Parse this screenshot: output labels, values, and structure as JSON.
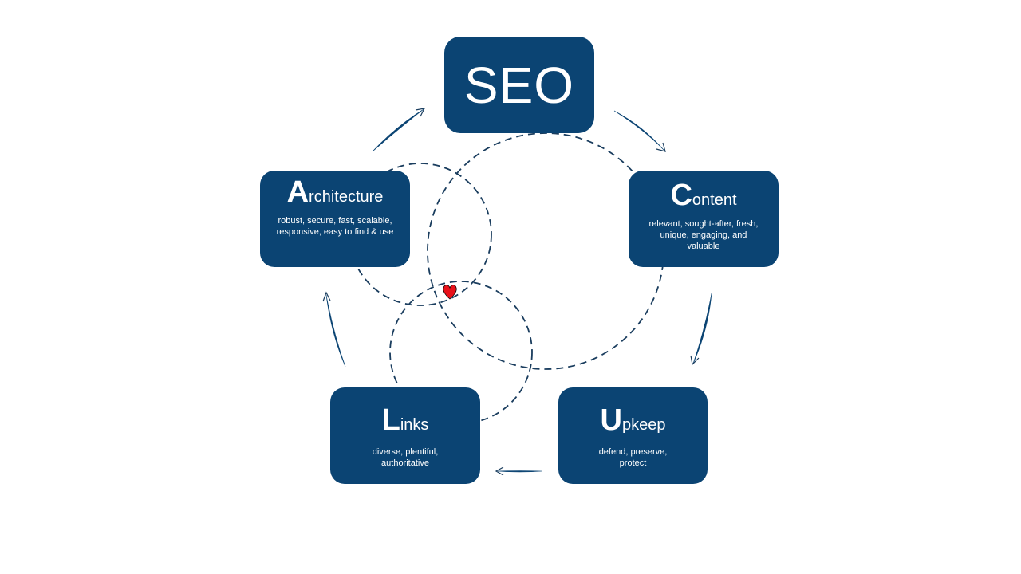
{
  "diagram": {
    "colors": {
      "box_fill": "#0b4473",
      "box_text": "#ffffff",
      "line": "#1a3d5e",
      "heart": "#e8111a"
    },
    "center": {
      "label": "SEO"
    },
    "nodes": [
      {
        "id": "content",
        "initial": "C",
        "rest": "ontent",
        "description": "relevant, sought-after, fresh, unique, engaging, and valuable"
      },
      {
        "id": "upkeep",
        "initial": "U",
        "rest": "pkeep",
        "description": "defend,  preserve, protect"
      },
      {
        "id": "links",
        "initial": "L",
        "rest": "inks",
        "description": "diverse, plentiful, authoritative"
      },
      {
        "id": "architecture",
        "initial": "A",
        "rest": "rchitecture",
        "description": "robust, secure, fast, scalable, responsive, easy to find & use"
      }
    ],
    "heart_icon": "heart-icon",
    "flow": "clockwise"
  }
}
